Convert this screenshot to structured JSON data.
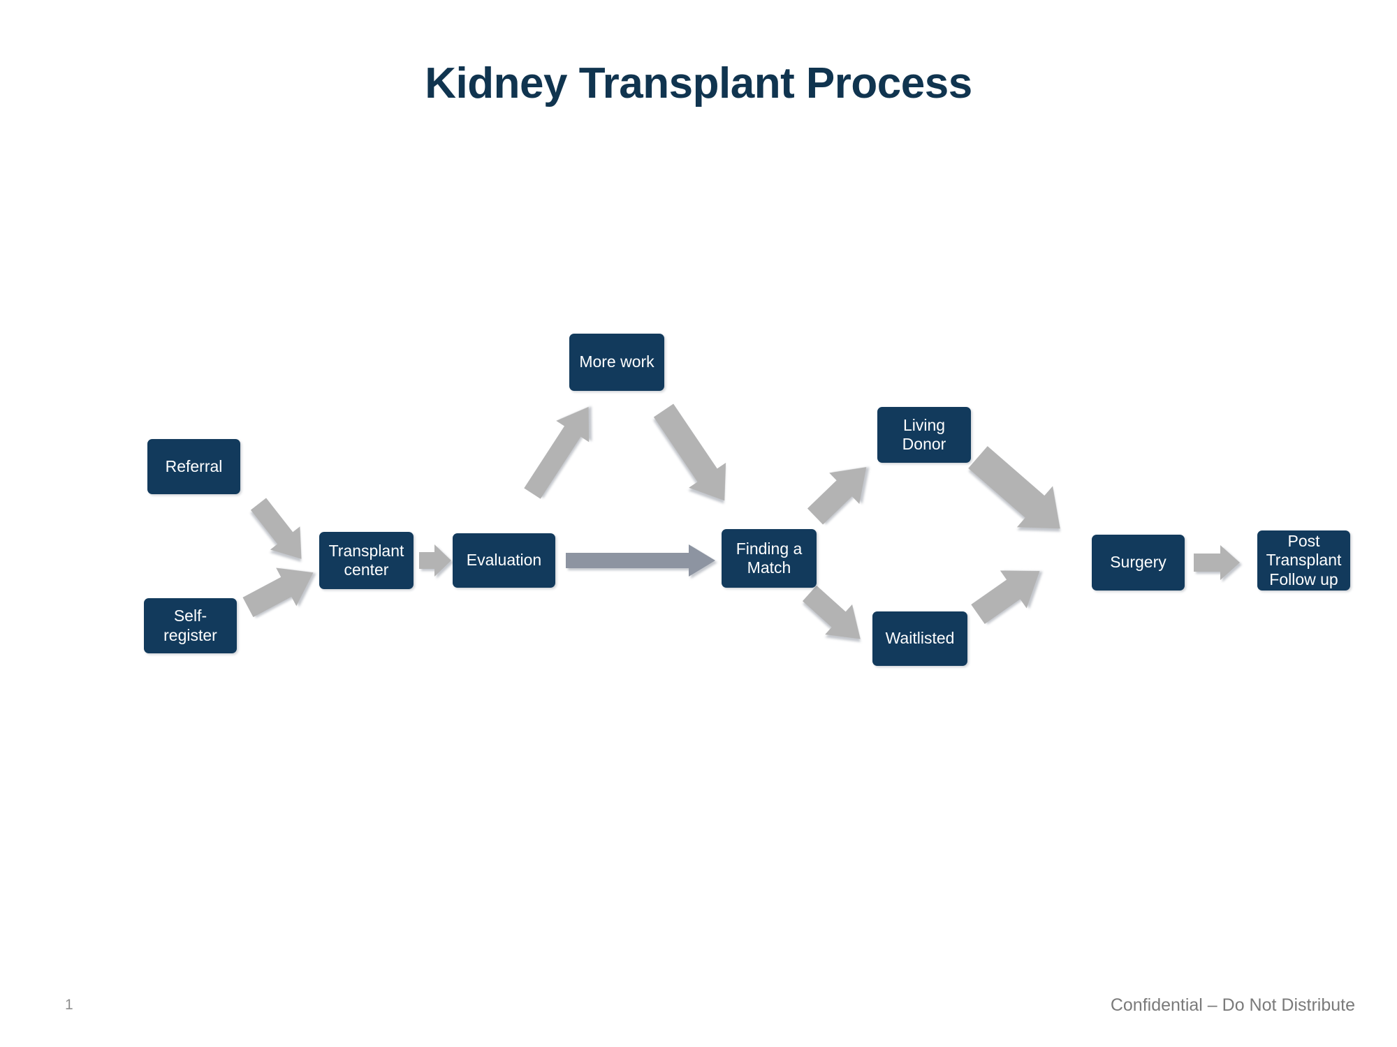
{
  "slide": {
    "title": "Kidney Transplant Process",
    "page_number": "1",
    "confidential_note": "Confidential – Do Not Distribute",
    "colors": {
      "box_fill": "#123a5c",
      "box_text": "#ffffff",
      "title_text": "#10344f",
      "arrow_gray": "#b3b3b3",
      "arrow_blue_gray": "#8d94a1",
      "footer_text": "#7a7a7a",
      "background": "#ffffff"
    }
  },
  "diagram": {
    "type": "flowchart",
    "nodes": [
      {
        "id": "referral",
        "label": "Referral"
      },
      {
        "id": "self-register",
        "label": "Self-\nregister"
      },
      {
        "id": "transplant-center",
        "label": "Transplant\ncenter"
      },
      {
        "id": "evaluation",
        "label": "Evaluation"
      },
      {
        "id": "more-work",
        "label": "More work"
      },
      {
        "id": "finding-match",
        "label": "Finding a\nMatch"
      },
      {
        "id": "living-donor",
        "label": "Living\nDonor"
      },
      {
        "id": "waitlisted",
        "label": "Waitlisted"
      },
      {
        "id": "surgery",
        "label": "Surgery"
      },
      {
        "id": "post-transplant",
        "label": "Post\nTransplant\nFollow up"
      }
    ],
    "edges": [
      {
        "from": "referral",
        "to": "transplant-center",
        "style": "diagonal-down-right"
      },
      {
        "from": "self-register",
        "to": "transplant-center",
        "style": "diagonal-up-right"
      },
      {
        "from": "transplant-center",
        "to": "evaluation",
        "style": "straight-right-small"
      },
      {
        "from": "evaluation",
        "to": "more-work",
        "style": "diagonal-up-right-long"
      },
      {
        "from": "more-work",
        "to": "finding-match",
        "style": "diagonal-down-right-long"
      },
      {
        "from": "evaluation",
        "to": "finding-match",
        "style": "straight-right-long"
      },
      {
        "from": "finding-match",
        "to": "living-donor",
        "style": "diagonal-up-right"
      },
      {
        "from": "finding-match",
        "to": "waitlisted",
        "style": "diagonal-down-right"
      },
      {
        "from": "living-donor",
        "to": "surgery",
        "style": "diagonal-down-right-thick"
      },
      {
        "from": "waitlisted",
        "to": "surgery",
        "style": "diagonal-up-right"
      },
      {
        "from": "surgery",
        "to": "post-transplant",
        "style": "straight-right-small"
      }
    ]
  }
}
